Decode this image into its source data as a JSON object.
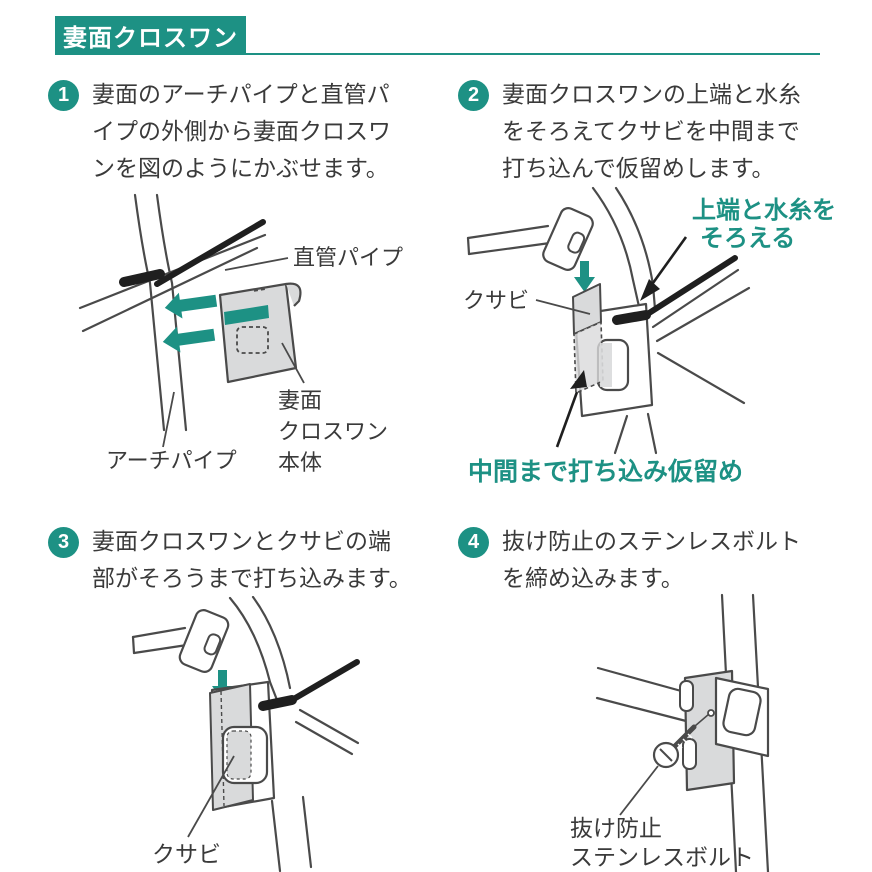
{
  "header": {
    "title": "妻面クロスワン"
  },
  "colors": {
    "teal": "#1d9184",
    "ink": "#3a3a3a",
    "line": "#4a4a4a",
    "gray_fill": "#d9dadb",
    "black_line": "#1f1f1f"
  },
  "steps": [
    {
      "number": "1",
      "lines": [
        "妻面のアーチパイプと直管パ",
        "イプの外側から妻面クロスワ",
        "ンを図のようにかぶせます。"
      ],
      "labels": {
        "straight_pipe": "直管パイプ",
        "body_line1": "妻面",
        "body_line2": "クロスワン",
        "body_line3": "本体",
        "arch_pipe": "アーチパイプ"
      }
    },
    {
      "number": "2",
      "lines": [
        "妻面クロスワンの上端と水糸",
        "をそろえてクサビを中間まで",
        "打ち込んで仮留めします。"
      ],
      "labels": {
        "align_line1": "上端と水糸を",
        "align_line2": "そろえる",
        "wedge": "クサビ",
        "drive_note": "中間まで打ち込み仮留め"
      }
    },
    {
      "number": "3",
      "lines": [
        "妻面クロスワンとクサビの端",
        "部がそろうまで打ち込みます。"
      ],
      "labels": {
        "wedge": "クサビ"
      }
    },
    {
      "number": "4",
      "lines": [
        "抜け防止のステンレスボルト",
        "を締め込みます。"
      ],
      "labels": {
        "bolt_line1": "抜け防止",
        "bolt_line2": "ステンレスボルト"
      }
    }
  ]
}
